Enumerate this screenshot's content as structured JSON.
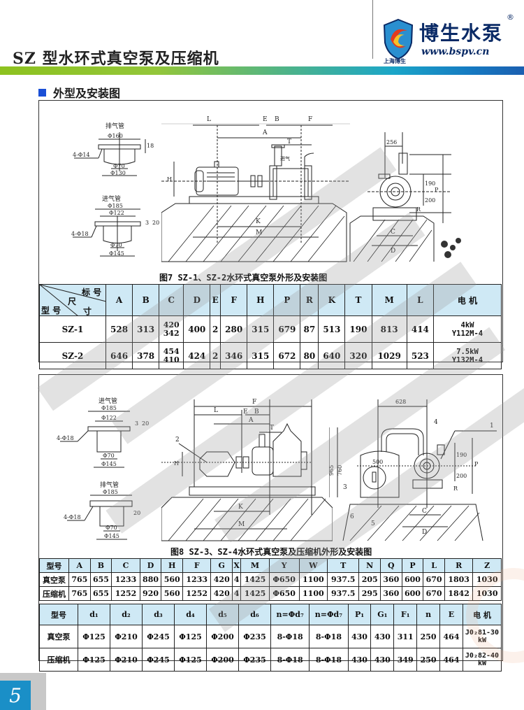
{
  "header": {
    "doc_title": "SZ 型水环式真空泵及压缩机",
    "logo": {
      "name": "博生水泵",
      "registered": "®",
      "url": "www.bspv.cn",
      "sub": "上海博生",
      "brand_color": "#0a2a66"
    },
    "gradient_colors": [
      "#8dc21f",
      "#4db38a",
      "#1ba6c8",
      "#1b5fb0"
    ]
  },
  "section": {
    "icon": "blue-square-bullet",
    "heading": "外型及安装图",
    "accent": "#1a4fd6"
  },
  "figure7": {
    "caption": "图7 SZ-1、SZ-2水环式真空泵外形及安装图",
    "flange_exhaust": {
      "title": "排气管",
      "dims": [
        "Φ160",
        "18",
        "4-Φ14",
        "Φ70",
        "Φ130"
      ]
    },
    "flange_inlet": {
      "title": "进气管",
      "dims": [
        "Φ185",
        "Φ122",
        "3",
        "20",
        "4-Φ18",
        "Φ70",
        "Φ145"
      ]
    },
    "side_view_labels": [
      "L",
      "E",
      "B",
      "F",
      "A",
      "T",
      "H",
      "K",
      "M",
      "进气"
    ],
    "end_view_labels": [
      "256",
      "190",
      "200",
      "R",
      "P",
      "C",
      "D"
    ],
    "table": {
      "corner": {
        "top": "标 号",
        "middle": "尺",
        "bottom_left": "型 号",
        "bottom_right": "寸"
      },
      "columns": [
        "A",
        "B",
        "C",
        "D",
        "E",
        "F",
        "H",
        "P",
        "R",
        "K",
        "T",
        "M",
        "L",
        "电 机"
      ],
      "rows": [
        {
          "model": "SZ-1",
          "values": [
            "528",
            "313",
            [
              "420",
              "342"
            ],
            "400",
            "2",
            "280",
            "315",
            "679",
            "87",
            "513",
            "190",
            "813",
            "414"
          ],
          "motor": [
            "4kW",
            "Y112M-4"
          ]
        },
        {
          "model": "SZ-2",
          "values": [
            "646",
            "378",
            [
              "454",
              "410"
            ],
            "424",
            "2",
            "346",
            "315",
            "672",
            "80",
            "640",
            "320",
            "1029",
            "523"
          ],
          "motor": [
            "7.5kW",
            "Y132M-4"
          ]
        }
      ]
    }
  },
  "figure8": {
    "caption": "图8 SZ-3、SZ-4水环式真空泵及压缩机外形及安装图",
    "flange_inlet": {
      "title": "进气管",
      "dims": [
        "Φ185",
        "Φ122",
        "3",
        "20",
        "4-Φ18",
        "Φ70",
        "Φ145"
      ]
    },
    "flange_exhaust": {
      "title": "排气管",
      "dims": [
        "Φ185",
        "20",
        "4-Φ18",
        "Φ70",
        "Φ145"
      ]
    },
    "side_view_labels": [
      "F",
      "L",
      "E",
      "B",
      "A",
      "T",
      "H",
      "K",
      "M",
      "2",
      "965",
      "760"
    ],
    "end_view_labels": [
      "628",
      "4",
      "1",
      "500",
      "760",
      "3",
      "6",
      "5",
      "190",
      "200",
      "P",
      "R",
      "C",
      "D"
    ],
    "table_a": {
      "columns": [
        "型号",
        "A",
        "B",
        "C",
        "D",
        "H",
        "F",
        "G",
        "X",
        "M",
        "Y",
        "W",
        "T",
        "N",
        "Q",
        "P",
        "L",
        "R",
        "Z"
      ],
      "rows": [
        [
          "真空泵",
          "765",
          "655",
          "1233",
          "880",
          "560",
          "1233",
          "420",
          "4",
          "1425",
          "Φ650",
          "1100",
          "937.5",
          "205",
          "360",
          "600",
          "670",
          "1803",
          "1030"
        ],
        [
          "压缩机",
          "765",
          "655",
          "1252",
          "920",
          "560",
          "1252",
          "420",
          "4",
          "1425",
          "Φ650",
          "1100",
          "937.5",
          "295",
          "360",
          "600",
          "670",
          "1842",
          "1030"
        ]
      ]
    },
    "table_b": {
      "columns": [
        "型号",
        "d₁",
        "d₂",
        "d₃",
        "d₄",
        "d₅",
        "d₆",
        "n=Φd₇",
        "n=Φd₇",
        "P₁",
        "G₁",
        "F₁",
        "n",
        "E",
        "电 机"
      ],
      "rows": [
        {
          "cells": [
            "真空泵",
            "Φ125",
            "Φ210",
            "Φ245",
            "Φ125",
            "Φ200",
            "Φ235",
            "8-Φ18",
            "8-Φ18",
            "430",
            "430",
            "311",
            "250",
            "464"
          ],
          "motor": [
            "J0₂81-30",
            "kW"
          ]
        },
        {
          "cells": [
            "压缩机",
            "Φ125",
            "Φ210",
            "Φ245",
            "Φ125",
            "Φ200",
            "Φ235",
            "8-Φ18",
            "8-Φ18",
            "430",
            "430",
            "349",
            "250",
            "464"
          ],
          "motor": [
            "J0₂82-40",
            "kW"
          ]
        }
      ]
    }
  },
  "watermark": {
    "text": "博生水泵"
  },
  "footer": {
    "page_number": "5",
    "accent": "#1a8fc7"
  }
}
